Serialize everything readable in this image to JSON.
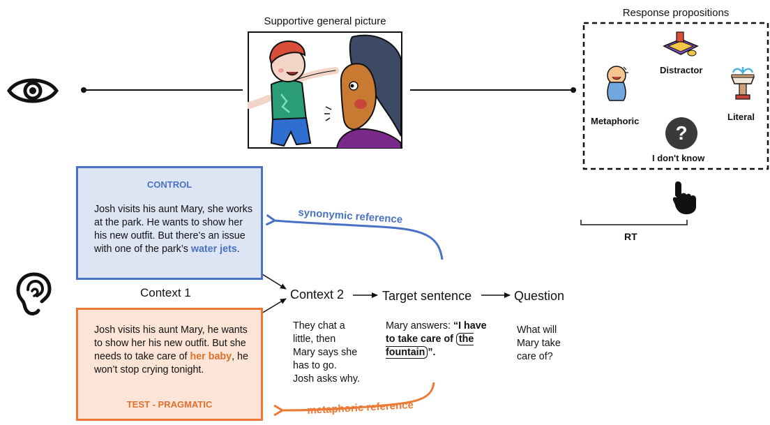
{
  "colors": {
    "control_border": "#4a72c4",
    "control_fill": "#dde4f3",
    "control_accent": "#4a72c4",
    "test_border": "#ec7a34",
    "test_fill": "#fce4d6",
    "test_accent": "#e0702c"
  },
  "icons": {
    "eye": "eye-icon",
    "ear": "ear-icon",
    "pointer": "pointing-hand-icon",
    "question": "question-mark-icon"
  },
  "picture": {
    "title": "Supportive general picture"
  },
  "responses": {
    "title": "Response propositions",
    "distractor": "Distractor",
    "metaphoric": "Metaphoric",
    "literal": "Literal",
    "idk": "I don't know",
    "question_glyph": "?",
    "rt": "RT"
  },
  "control": {
    "heading": "CONTROL",
    "text_before": "Josh visits his aunt Mary, she works at the park. He wants to show her his new outfit. But there’s an issue with one of the park’s ",
    "highlight": "water jets",
    "text_after": "."
  },
  "context1": "Context 1",
  "test": {
    "heading": "TEST - PRAGMATIC",
    "text_before": "Josh visits his aunt Mary, he wants to show her his new outfit. But she needs to take care of ",
    "highlight": "her baby",
    "text_after": ", he won’t stop crying tonight."
  },
  "flow": {
    "context2": "Context 2",
    "target": "Target sentence",
    "question": "Question"
  },
  "context2_text": "They chat a little, then Mary says she has to go. Josh asks why.",
  "target_text": {
    "prefix": "Mary answers: ",
    "quote": "“I have to take care of ",
    "boxed": "the fountain",
    "end": "”."
  },
  "question_text": "What will Mary take care of?",
  "references": {
    "synonymic": "synonymic reference",
    "metaphoric": "metaphoric reference"
  }
}
